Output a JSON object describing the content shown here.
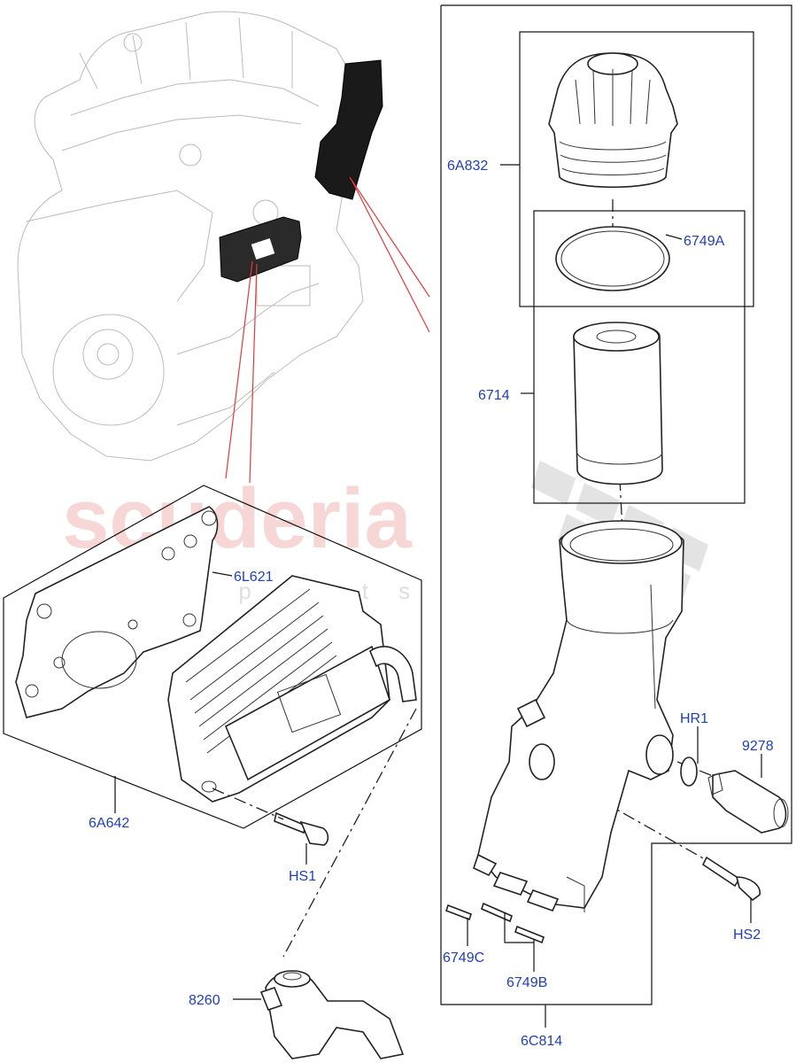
{
  "watermark": {
    "brand": "scuderia",
    "sub": "car parts"
  },
  "labels": {
    "6A832": "6A832",
    "6749A": "6749A",
    "6714": "6714",
    "6L621": "6L621",
    "6A642": "6A642",
    "HS1": "HS1",
    "HR1": "HR1",
    "9278": "9278",
    "HS2": "HS2",
    "6749C": "6749C",
    "6749B": "6749B",
    "8260": "8260",
    "6C814": "6C814"
  },
  "colors": {
    "label": "#1f3fbf",
    "leader_red": "#e23a3a",
    "watermark": "#f2b6b6"
  }
}
